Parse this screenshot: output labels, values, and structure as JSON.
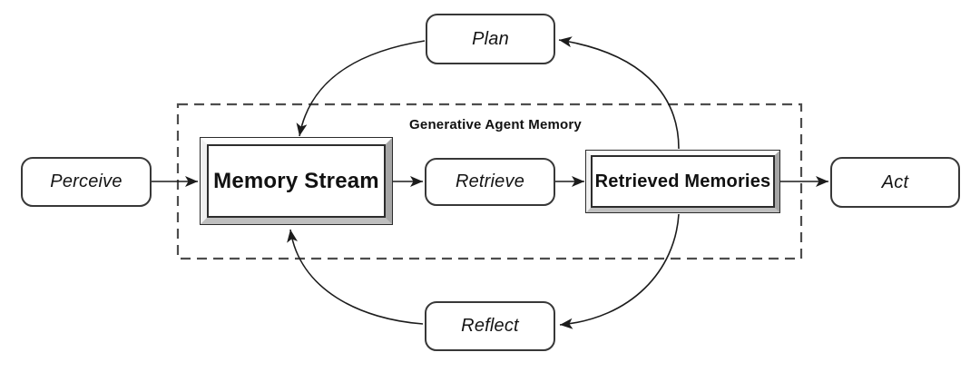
{
  "frame": {
    "label": "Generative Agent Memory"
  },
  "nodes": {
    "perceive": {
      "label": "Perceive",
      "shape": "rounded"
    },
    "memory_stream": {
      "label": "Memory Stream",
      "shape": "bevel-frame"
    },
    "retrieve": {
      "label": "Retrieve",
      "shape": "rounded"
    },
    "retrieved_memories": {
      "label": "Retrieved Memories",
      "shape": "bevel-frame"
    },
    "act": {
      "label": "Act",
      "shape": "rounded"
    },
    "plan": {
      "label": "Plan",
      "shape": "rounded"
    },
    "reflect": {
      "label": "Reflect",
      "shape": "rounded"
    }
  },
  "edges": [
    {
      "from": "Perceive",
      "to": "Memory Stream",
      "style": "straight-arrow"
    },
    {
      "from": "Memory Stream",
      "to": "Retrieve",
      "style": "straight-arrow"
    },
    {
      "from": "Retrieve",
      "to": "Retrieved Memories",
      "style": "straight-arrow"
    },
    {
      "from": "Retrieved Memories",
      "to": "Act",
      "style": "straight-arrow"
    },
    {
      "from": "Retrieved Memories",
      "to": "Plan",
      "style": "curved-arrow"
    },
    {
      "from": "Plan",
      "to": "Memory Stream",
      "style": "curved-arrow"
    },
    {
      "from": "Retrieved Memories",
      "to": "Reflect",
      "style": "curved-arrow"
    },
    {
      "from": "Reflect",
      "to": "Memory Stream",
      "style": "curved-arrow"
    }
  ],
  "colors": {
    "background": "#ffffff",
    "box_border": "#383838",
    "arrow": "#1c1c1c",
    "dashed_border": "#4d4d4d",
    "bevel_light": "#fdfdfd",
    "bevel_dark": "#a6a6a6",
    "text": "#111111"
  }
}
